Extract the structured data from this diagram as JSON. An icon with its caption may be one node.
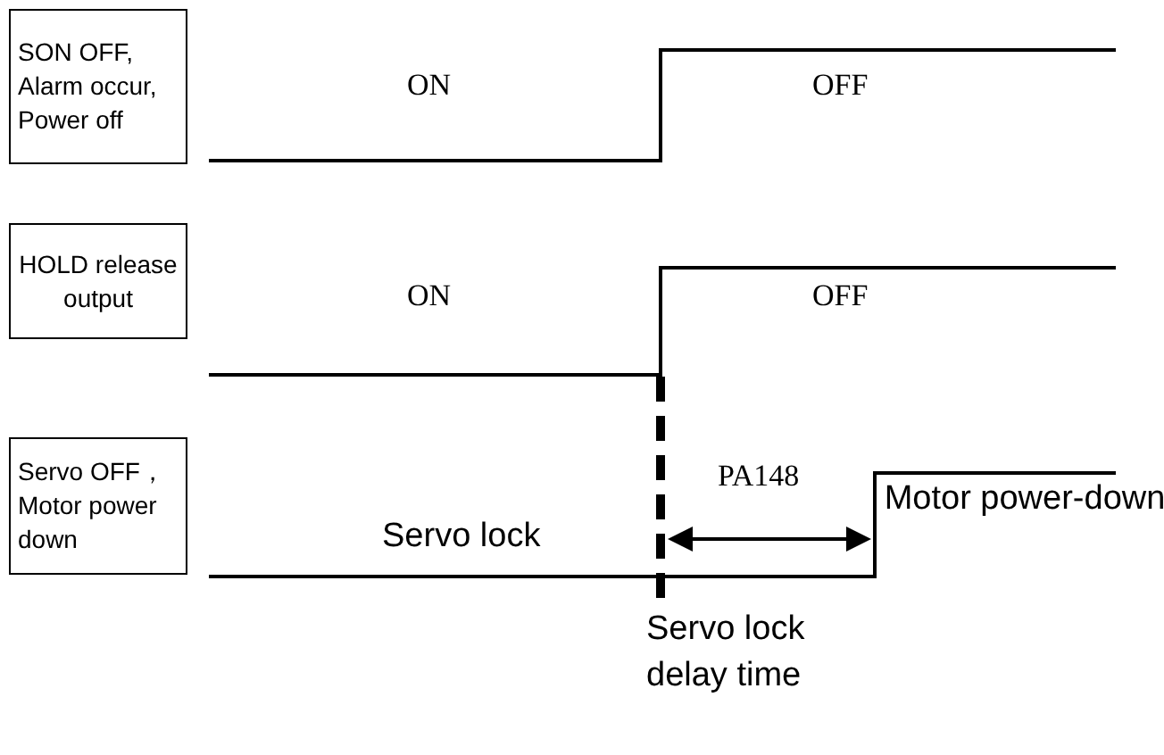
{
  "diagram": {
    "nodes": [
      {
        "text": [
          "SON OFF, Alarm occur, Power off"
        ]
      },
      {
        "text": [
          "HOLD release output"
        ]
      },
      {
        "text": [
          "Servo OFF，Motor power down"
        ]
      }
    ],
    "edges": [],
    "labels": [
      "ON",
      "OFF",
      "ON",
      "OFF",
      "PA148",
      "Servo lock",
      "Motor power-down",
      "Servo lock delay time"
    ]
  }
}
